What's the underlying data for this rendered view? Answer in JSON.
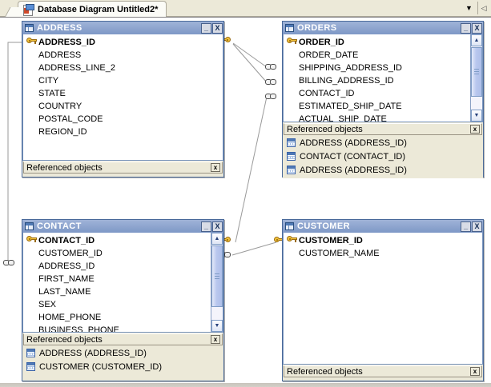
{
  "tab": {
    "title": "Database Diagram Untitled2*",
    "icon": "diagram-document-icon",
    "dropdown_icon": "chevron-down-icon",
    "nav_icon": "nav-left-icon"
  },
  "window_buttons": {
    "minimize": "_",
    "close": "X"
  },
  "referenced_objects_label": "Referenced objects",
  "referenced_close": "x",
  "tables": [
    {
      "id": "address",
      "name": "ADDRESS",
      "columns": [
        {
          "name": "ADDRESS_ID",
          "pk": true
        },
        {
          "name": "ADDRESS",
          "pk": false
        },
        {
          "name": "ADDRESS_LINE_2",
          "pk": false
        },
        {
          "name": "CITY",
          "pk": false
        },
        {
          "name": "STATE",
          "pk": false
        },
        {
          "name": "COUNTRY",
          "pk": false
        },
        {
          "name": "POSTAL_CODE",
          "pk": false
        },
        {
          "name": "REGION_ID",
          "pk": false
        }
      ],
      "scrollbar": false,
      "referenced_objects": []
    },
    {
      "id": "orders",
      "name": "ORDERS",
      "columns": [
        {
          "name": "ORDER_ID",
          "pk": true
        },
        {
          "name": "ORDER_DATE",
          "pk": false
        },
        {
          "name": "SHIPPING_ADDRESS_ID",
          "pk": false
        },
        {
          "name": "BILLING_ADDRESS_ID",
          "pk": false
        },
        {
          "name": "CONTACT_ID",
          "pk": false
        },
        {
          "name": "ESTIMATED_SHIP_DATE",
          "pk": false
        },
        {
          "name": "ACTUAL_SHIP_DATE",
          "pk": false
        }
      ],
      "scrollbar": true,
      "referenced_objects": [
        "ADDRESS (ADDRESS_ID)",
        "CONTACT (CONTACT_ID)",
        "ADDRESS (ADDRESS_ID)"
      ]
    },
    {
      "id": "contact",
      "name": "CONTACT",
      "columns": [
        {
          "name": "CONTACT_ID",
          "pk": true
        },
        {
          "name": "CUSTOMER_ID",
          "pk": false
        },
        {
          "name": "ADDRESS_ID",
          "pk": false
        },
        {
          "name": "FIRST_NAME",
          "pk": false
        },
        {
          "name": "LAST_NAME",
          "pk": false
        },
        {
          "name": "SEX",
          "pk": false
        },
        {
          "name": "HOME_PHONE",
          "pk": false
        },
        {
          "name": "BUSINESS_PHONE",
          "pk": false
        }
      ],
      "scrollbar": true,
      "referenced_objects": [
        "ADDRESS (ADDRESS_ID)",
        "CUSTOMER (CUSTOMER_ID)"
      ]
    },
    {
      "id": "customer",
      "name": "CUSTOMER",
      "columns": [
        {
          "name": "CUSTOMER_ID",
          "pk": true
        },
        {
          "name": "CUSTOMER_NAME",
          "pk": false
        }
      ],
      "scrollbar": false,
      "referenced_objects": []
    }
  ],
  "colors": {
    "title_bar": "#8ea5cd",
    "window_face": "#ece9d8",
    "canvas": "#ffffff",
    "key_gold": "#f2c33c",
    "link_line": "#9a9a9a",
    "table_border": "#4a6a9a"
  },
  "connectors": [
    {
      "from": "address.pk",
      "to": "orders.fk1",
      "endpoints": [
        "key",
        "chain"
      ]
    },
    {
      "from": "address.pk",
      "to": "orders.fk2",
      "endpoints": [
        "key",
        "chain"
      ]
    },
    {
      "from": "address.pk",
      "to": "contact.fk",
      "endpoints": [
        "key",
        "chain"
      ]
    },
    {
      "from": "contact.pk",
      "to": "orders.fk3",
      "endpoints": [
        "key",
        "chain"
      ]
    },
    {
      "from": "customer.pk",
      "to": "contact.fk2",
      "endpoints": [
        "key",
        "chain"
      ]
    }
  ]
}
